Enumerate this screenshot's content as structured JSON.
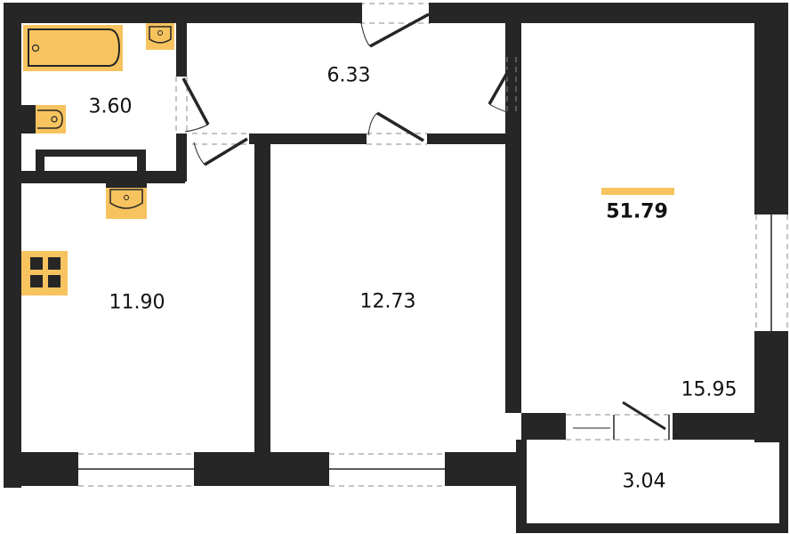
{
  "plan": {
    "total_area": "51.79",
    "accent_color": "#F7C35F",
    "wall_color": "#262626",
    "rooms": [
      {
        "id": "bathroom",
        "area": "3.60"
      },
      {
        "id": "hallway",
        "area": "6.33"
      },
      {
        "id": "kitchen",
        "area": "11.90"
      },
      {
        "id": "bedroom",
        "area": "12.73"
      },
      {
        "id": "living-room",
        "area": "15.95"
      },
      {
        "id": "balcony",
        "area": "3.04"
      }
    ]
  }
}
